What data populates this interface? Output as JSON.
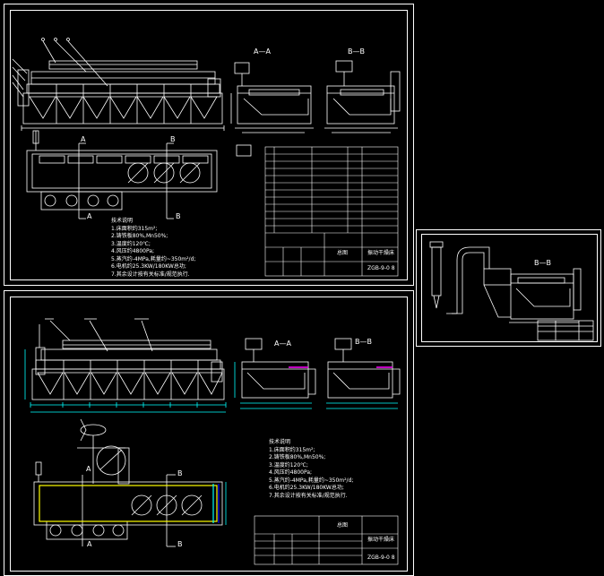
{
  "colors": {
    "background": "#000000",
    "line": "#ffffff",
    "accent_yellow": "#ffff00",
    "accent_cyan": "#00ffff",
    "accent_magenta": "#ff00ff"
  },
  "sheet1": {
    "section_a_label": "A—A",
    "section_b_label": "B—B",
    "plan_marker_a": "A",
    "plan_marker_b": "B",
    "plan_marker_a_bottom": "A",
    "plan_marker_b_bottom": "B",
    "notes": [
      "技术说明",
      "1.床面积约315m²;",
      "2.铸铁板80%,Mn50%;",
      "3.温度约120℃;",
      "4.风压约4800Pa;",
      "5.蒸汽约-4MPa,耗量约~350m²/d;",
      "6.电机约25.3KW/180KW总功;",
      "7.其余设计按有关标准/规范执行."
    ],
    "title_block_name": "振动干燥床",
    "title_block_org": "总图",
    "title_block_code": "ZGB-9-0 8"
  },
  "sheet2": {
    "section_b_label": "B—B"
  },
  "sheet3": {
    "section_a_label": "A—A",
    "section_b_label": "B—B",
    "plan_marker_a": "A",
    "plan_marker_b": "B",
    "plan_marker_a_bottom": "A",
    "plan_marker_b_bottom": "B",
    "notes": [
      "技术说明",
      "1.床面积约315m²;",
      "2.铸铁板80%,Mn50%;",
      "3.温度约120℃;",
      "4.风压约4800Pa;",
      "5.蒸汽约-4MPa,耗量约~350m²/d;",
      "6.电机约25.3KW/180KW总功;",
      "7.其余设计按有关标准/规范执行."
    ],
    "title_block_name": "振动干燥床",
    "title_block_org": "总图",
    "title_block_code": "ZGB-9-0 8"
  }
}
